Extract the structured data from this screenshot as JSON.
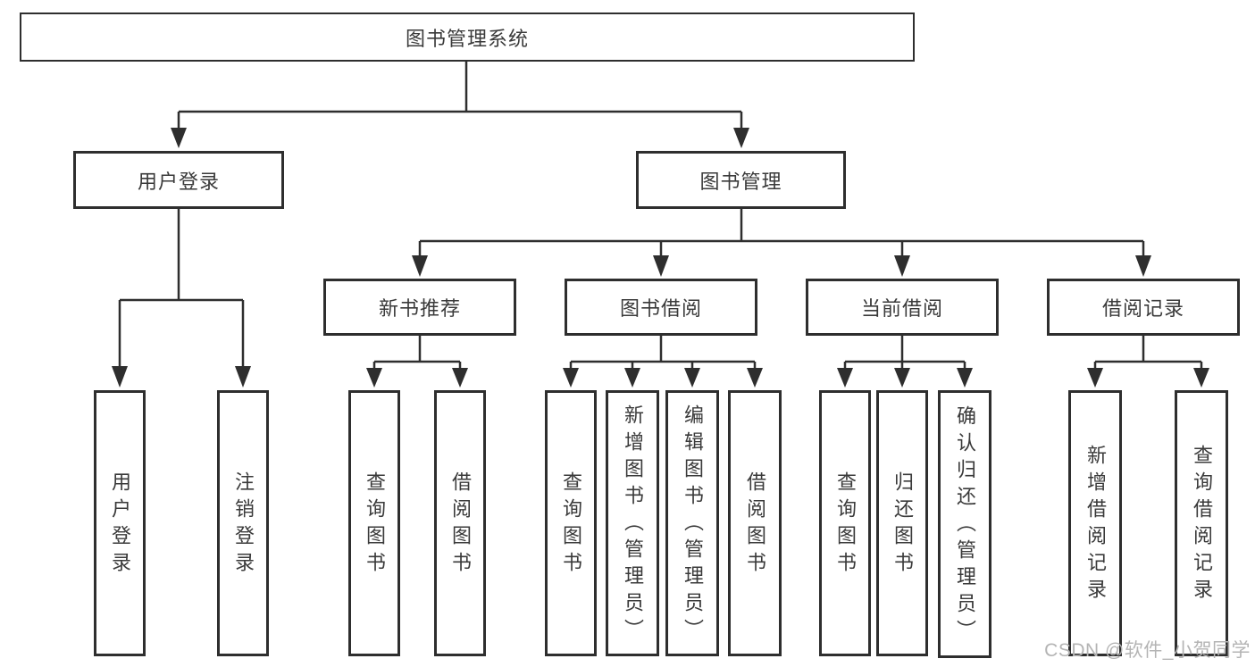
{
  "colors": {
    "line": "#2e2e2e",
    "box_border": "#2e2e2e",
    "text": "#3a3a3a",
    "background": "#ffffff",
    "watermark": "#b4b4b4"
  },
  "watermark": {
    "text": "CSDN @软件_小贺同学"
  },
  "tree": {
    "label": "图书管理系统",
    "children": [
      {
        "label": "用户登录",
        "children": [
          {
            "label": "用户登录"
          },
          {
            "label": "注销登录"
          }
        ]
      },
      {
        "label": "图书管理",
        "children": [
          {
            "label": "新书推荐",
            "children": [
              {
                "label": "查询图书"
              },
              {
                "label": "借阅图书"
              }
            ]
          },
          {
            "label": "图书借阅",
            "children": [
              {
                "label": "查询图书"
              },
              {
                "label": "新增图书（管理员）"
              },
              {
                "label": "编辑图书（管理员）"
              },
              {
                "label": "借阅图书"
              }
            ]
          },
          {
            "label": "当前借阅",
            "children": [
              {
                "label": "查询图书"
              },
              {
                "label": "归还图书"
              },
              {
                "label": "确认归还（管理员）"
              }
            ]
          },
          {
            "label": "借阅记录",
            "children": [
              {
                "label": "新增借阅记录"
              },
              {
                "label": "查询借阅记录"
              }
            ]
          }
        ]
      }
    ]
  }
}
